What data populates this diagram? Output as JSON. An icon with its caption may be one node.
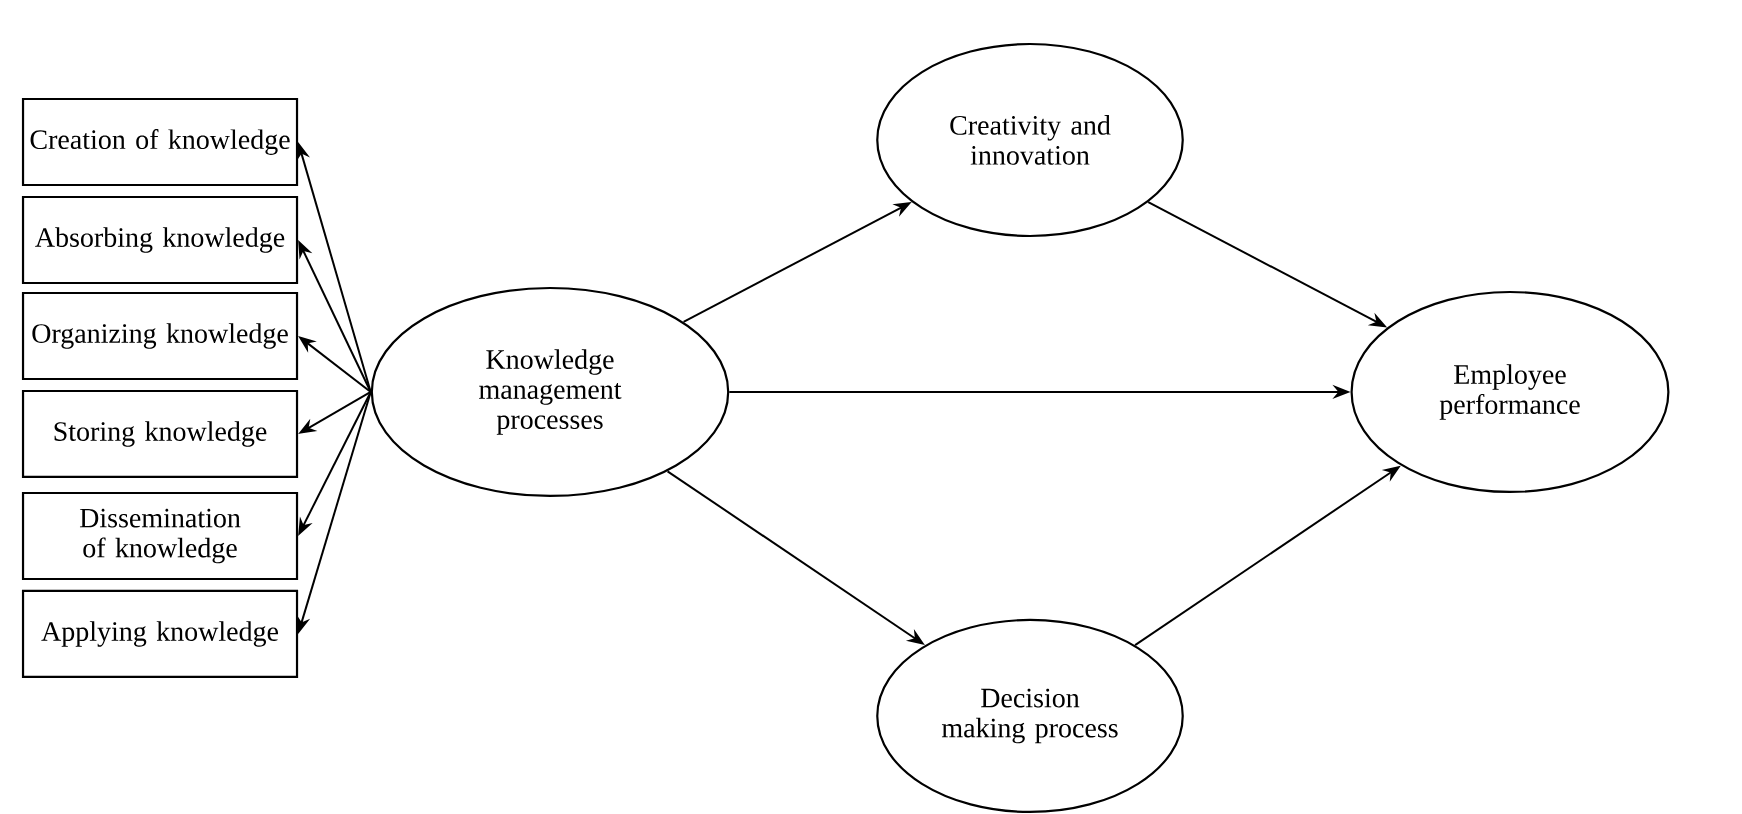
{
  "diagram": {
    "nodes": [
      {
        "text": [
          "Creation of knowledge"
        ]
      },
      {
        "text": [
          "Absorbing knowledge"
        ]
      },
      {
        "text": [
          "Organizing knowledge"
        ]
      },
      {
        "text": [
          "Storing knowledge"
        ]
      },
      {
        "text": [
          "Dissemination of knowledge"
        ]
      },
      {
        "text": [
          "Applying knowledge"
        ]
      },
      {
        "text": [
          "Knowledge management processes"
        ]
      },
      {
        "text": [
          "Creativity and innovation"
        ]
      },
      {
        "text": [
          "Employee performance"
        ]
      },
      {
        "text": [
          "Decision making process"
        ]
      }
    ],
    "edges": [
      {
        "from": 6,
        "to": 0,
        "arrow": "to"
      },
      {
        "from": 6,
        "to": 1,
        "arrow": "to"
      },
      {
        "from": 6,
        "to": 2,
        "arrow": "to"
      },
      {
        "from": 6,
        "to": 3,
        "arrow": "to"
      },
      {
        "from": 6,
        "to": 4,
        "arrow": "to"
      },
      {
        "from": 6,
        "to": 5,
        "arrow": "to"
      },
      {
        "from": 6,
        "to": 7,
        "arrow": "to"
      },
      {
        "from": 7,
        "to": 8,
        "arrow": "to"
      },
      {
        "from": 6,
        "to": 8,
        "arrow": "to"
      },
      {
        "from": 6,
        "to": 9,
        "arrow": "to"
      },
      {
        "from": 9,
        "to": 8,
        "arrow": "to"
      }
    ]
  }
}
